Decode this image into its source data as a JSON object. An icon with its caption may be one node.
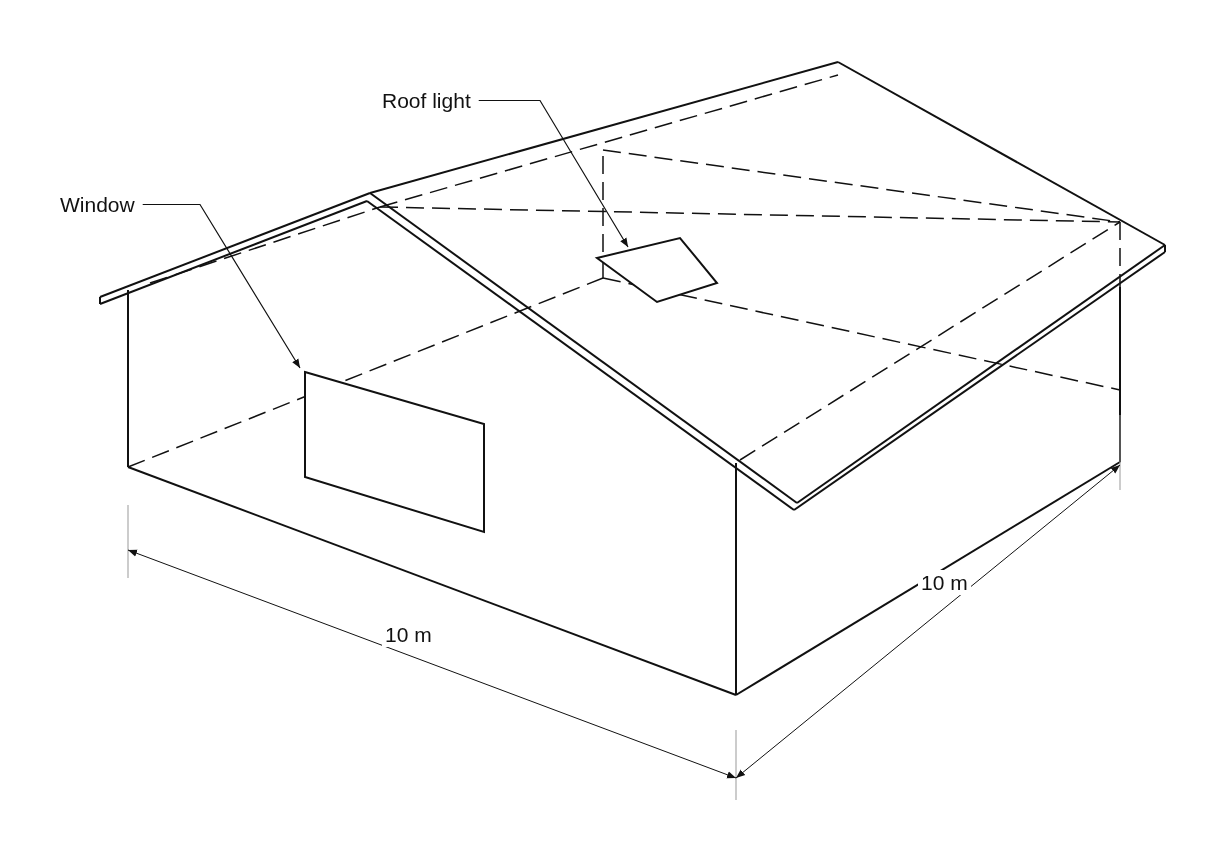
{
  "diagram": {
    "nodes": [
      {
        "text": [
          "Window"
        ]
      },
      {
        "text": [],
        "shape": "box"
      },
      {
        "text": [
          "Roof light"
        ]
      },
      {
        "text": [],
        "shape": "box"
      }
    ],
    "edges": [
      {
        "from": 0,
        "to": 1,
        "arrow": "to"
      },
      {
        "from": 2,
        "to": 3,
        "arrow": "to"
      }
    ],
    "labels": [
      "10 m",
      "10 m"
    ]
  }
}
